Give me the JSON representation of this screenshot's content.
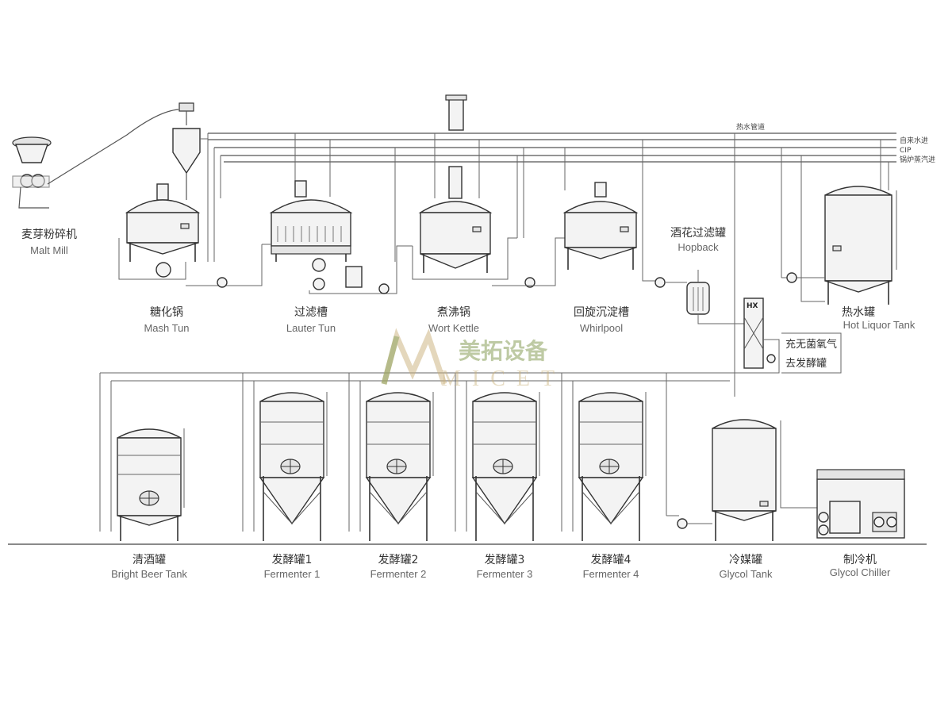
{
  "equipment": {
    "malt_mill": {
      "zh": "麦芽粉碎机",
      "en": "Malt Mill"
    },
    "mash_tun": {
      "zh": "糖化锅",
      "en": "Mash Tun"
    },
    "lauter_tun": {
      "zh": "过滤槽",
      "en": "Lauter Tun"
    },
    "wort_kettle": {
      "zh": "煮沸锅",
      "en": "Wort Kettle"
    },
    "whirlpool": {
      "zh": "回旋沉淀槽",
      "en": "Whirlpool"
    },
    "hopback": {
      "zh": "酒花过滤罐",
      "en": "Hopback"
    },
    "hot_liquor_tank": {
      "zh": "热水罐",
      "en": "Hot Liquor Tank"
    },
    "bright_beer_tank": {
      "zh": "清酒罐",
      "en": "Bright Beer Tank"
    },
    "fermenter_1": {
      "zh": "发酵罐1",
      "en": "Fermenter 1"
    },
    "fermenter_2": {
      "zh": "发酵罐2",
      "en": "Fermenter 2"
    },
    "fermenter_3": {
      "zh": "发酵罐3",
      "en": "Fermenter 3"
    },
    "fermenter_4": {
      "zh": "发酵罐4",
      "en": "Fermenter 4"
    },
    "glycol_tank": {
      "zh": "冷媒罐",
      "en": "Glycol Tank"
    },
    "glycol_chiller": {
      "zh": "制冷机",
      "en": "Glycol Chiller"
    }
  },
  "pipe_labels": {
    "hot_water_pipe": "热水管道",
    "tap_water_in": "自来水进",
    "cip": "CIP",
    "boiler_steam_in": "锅炉蒸汽进"
  },
  "heat_exchanger": {
    "label": "HX"
  },
  "notes": {
    "sterile_oxygen": "充无菌氧气",
    "to_fermenter": "去发酵罐"
  },
  "watermark": {
    "brand_zh": "美拓设备",
    "brand_en": "MICET"
  }
}
